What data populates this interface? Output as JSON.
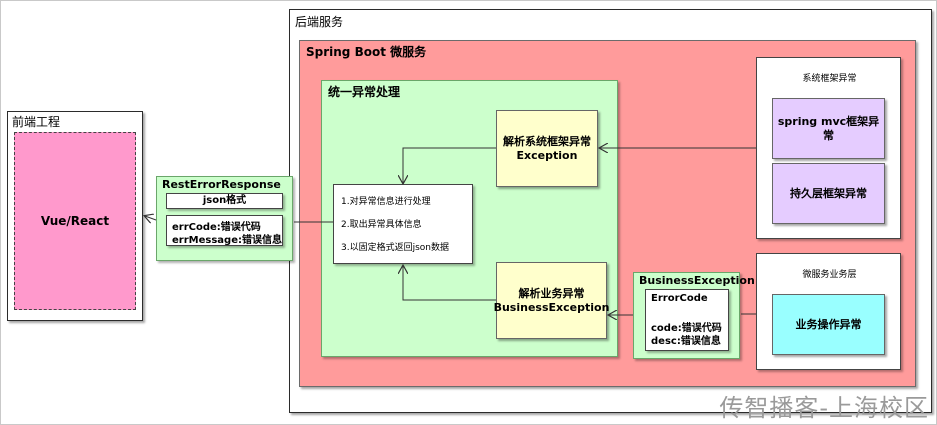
{
  "frontend": {
    "title": "前端工程",
    "app": "Vue/React"
  },
  "backend": {
    "title": "后端服务"
  },
  "spring": {
    "title": "Spring Boot 微服务"
  },
  "unified": {
    "title": "统一异常处理",
    "steps": [
      "1.对异常信息进行处理",
      "2.取出异常具体信息",
      "3.以固定格式返回json数据"
    ]
  },
  "response": {
    "title": "RestErrorResponse",
    "format": "json格式",
    "fields": [
      "errCode:错误代码",
      "errMessage:错误信息"
    ]
  },
  "parse_system": {
    "line1": "解析系统框架异常",
    "line2": "Exception"
  },
  "parse_business": {
    "line1": "解析业务异常",
    "line2": "BusinessException"
  },
  "system_group": {
    "title": "系统框架异常",
    "items": [
      "spring mvc框架异常",
      "持久层框架异常"
    ]
  },
  "business_exception": {
    "title": "BusinessException",
    "code_title": "ErrorCode",
    "fields": [
      "code:错误代码",
      "desc:错误信息"
    ]
  },
  "micro_business": {
    "title": "微服务业务层",
    "item": "业务操作异常"
  },
  "watermark": "传智播客-上海校区",
  "colors": {
    "frontend_fill": "#ff99cc",
    "spring_fill": "#ff9b9b",
    "unified_fill": "#ccffcc",
    "parse_fill": "#ffffcc",
    "system_item_fill": "#e5ccff",
    "business_item_fill": "#99ffff"
  }
}
